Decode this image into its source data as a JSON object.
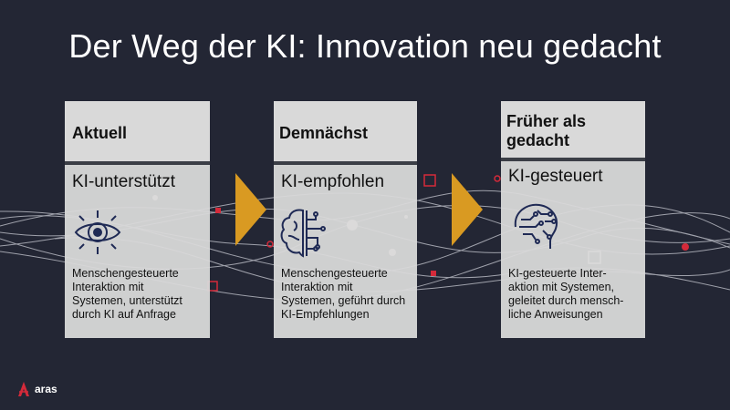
{
  "slide": {
    "title": "Der Weg der KI: Innovation neu gedacht"
  },
  "stages": [
    {
      "heading": "Aktuell",
      "subtitle": "KI-unterstützt",
      "description_lines": [
        "Menschengesteuerte",
        "Interaktion mit",
        "Systemen, unterstützt",
        "durch KI auf Anfrage"
      ],
      "icon": "eye-icon"
    },
    {
      "heading": "Demnächst",
      "subtitle": "KI-empfohlen",
      "description_lines": [
        "Menschengesteuerte",
        "Interaktion mit",
        "Systemen, geführt durch",
        "KI-Empfehlungen"
      ],
      "icon": "brain-circuit-icon"
    },
    {
      "heading_lines": [
        "Früher als",
        "gedacht"
      ],
      "subtitle": "KI-gesteuert",
      "description_lines": [
        "KI-gesteuerte Inter-",
        "aktion mit Systemen,",
        "geleitet durch mensch-",
        "liche Anweisungen"
      ],
      "icon": "head-circuit-icon"
    }
  ],
  "logo": {
    "text": "aras"
  },
  "colors": {
    "background": "#232634",
    "card": "#d9d9d9",
    "arrow": "#d99a22",
    "accent": "#d42a3a"
  }
}
